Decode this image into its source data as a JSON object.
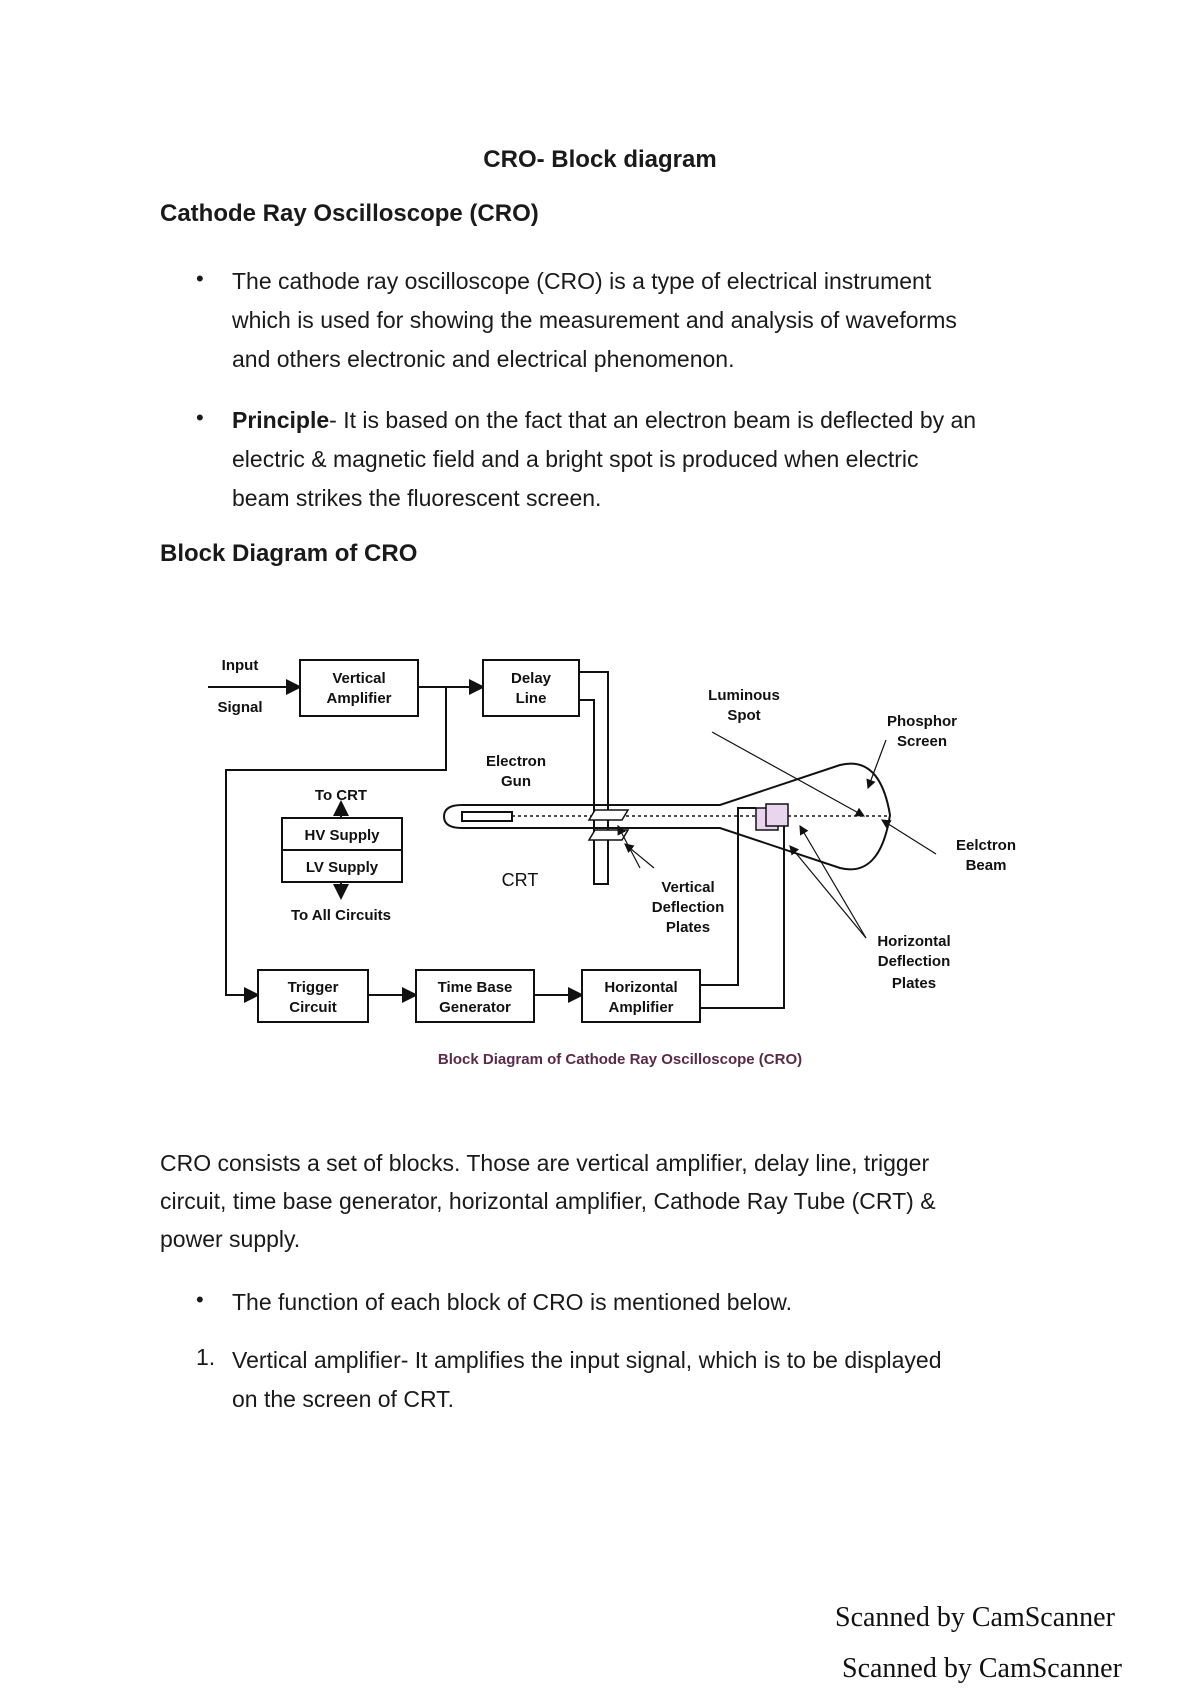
{
  "title": "CRO- Block diagram",
  "section1_heading": "Cathode Ray Oscilloscope (CRO)",
  "bullets_intro": [
    {
      "lines": [
        "The cathode ray oscilloscope (CRO) is a type of electrical instrument",
        "which is used for showing the measurement and analysis of waveforms",
        "and others electronic and electrical phenomenon."
      ]
    },
    {
      "bold": "Principle",
      "lines": [
        "- It is based on the fact that an electron beam is deflected by an",
        "electric & magnetic field and a bright spot is produced when electric",
        "beam strikes the fluorescent screen."
      ]
    }
  ],
  "section2_heading": "Block Diagram of CRO",
  "diagram": {
    "input": "Input",
    "signal": "Signal",
    "vertical_amplifier": [
      "Vertical",
      "Amplifier"
    ],
    "delay_line": [
      "Delay",
      "Line"
    ],
    "electron_gun": [
      "Electron",
      "Gun"
    ],
    "luminous_spot": [
      "Luminous",
      "Spot"
    ],
    "phosphor_screen": [
      "Phosphor",
      "Screen"
    ],
    "to_crt": "To CRT",
    "hv_supply": "HV Supply",
    "lv_supply": "LV Supply",
    "to_all_circuits": "To All Circuits",
    "crt": "CRT",
    "vertical_deflection_plates": [
      "Vertical",
      "Deflection",
      "Plates"
    ],
    "electron_beam": [
      "Eelctron",
      "Beam"
    ],
    "horizontal_deflection_plates": [
      "Horizontal",
      "Deflection",
      "Plates"
    ],
    "trigger_circuit": [
      "Trigger",
      "Circuit"
    ],
    "time_base_generator": [
      "Time Base",
      "Generator"
    ],
    "horizontal_amplifier": [
      "Horizontal",
      "Amplifier"
    ],
    "caption": "Block Diagram of Cathode Ray Oscilloscope (CRO)",
    "caption_color": "#5a2a4a"
  },
  "body_para": [
    "CRO consists a set of blocks. Those are vertical amplifier, delay line, trigger",
    "circuit, time base generator, horizontal amplifier, Cathode Ray Tube (CRT) &",
    "power supply."
  ],
  "bullet_function": "The function of each block of CRO is mentioned below.",
  "numbered": [
    {
      "num": "1.",
      "lines": [
        "Vertical amplifier- It amplifies the input signal, which is to be displayed",
        "on the screen of CRT."
      ]
    }
  ],
  "scan1": "Scanned by CamScanner",
  "scan2": "Scanned by CamScanner"
}
